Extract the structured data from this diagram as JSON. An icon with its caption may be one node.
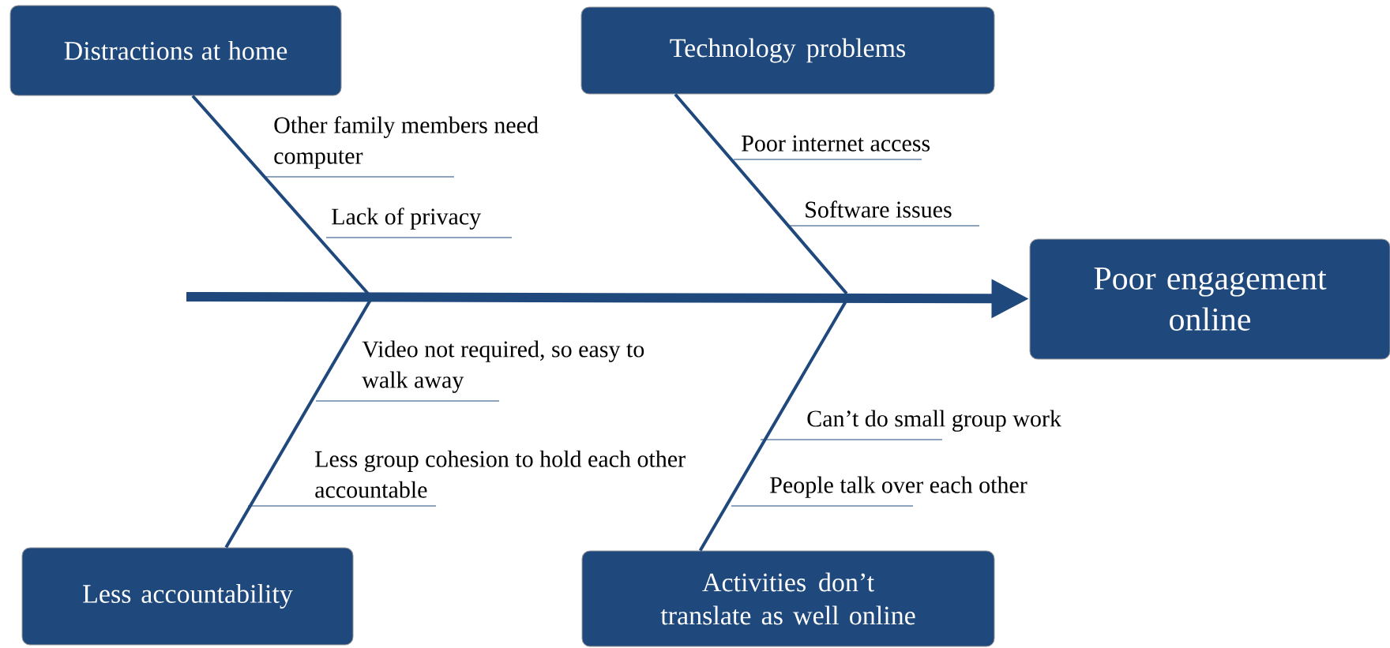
{
  "diagram": {
    "nodes": [
      {
        "text": [
          "Distractions at home"
        ]
      },
      {
        "text": [
          "Technology problems"
        ]
      },
      {
        "text": [
          "Poor engagement online"
        ]
      },
      {
        "text": [
          "Less accountability"
        ]
      },
      {
        "text": [
          "Activities don’t translate as well online"
        ]
      }
    ],
    "edges": [
      {
        "from": null,
        "to": 2,
        "arrow": "to",
        "style": "thick"
      },
      {
        "from": 0,
        "to": null,
        "arrow": "none"
      },
      {
        "from": 1,
        "to": null,
        "arrow": "none"
      },
      {
        "from": 3,
        "to": null,
        "arrow": "none"
      },
      {
        "from": 4,
        "to": null,
        "arrow": "none"
      }
    ],
    "labels": [
      "Other family members need computer",
      "Poor internet access",
      "Lack of privacy",
      "Software issues",
      "Video not required, so easy to walk away",
      "Can’t do small group work",
      "Less group cohesion to hold each other accountable",
      "People talk over each other"
    ]
  }
}
